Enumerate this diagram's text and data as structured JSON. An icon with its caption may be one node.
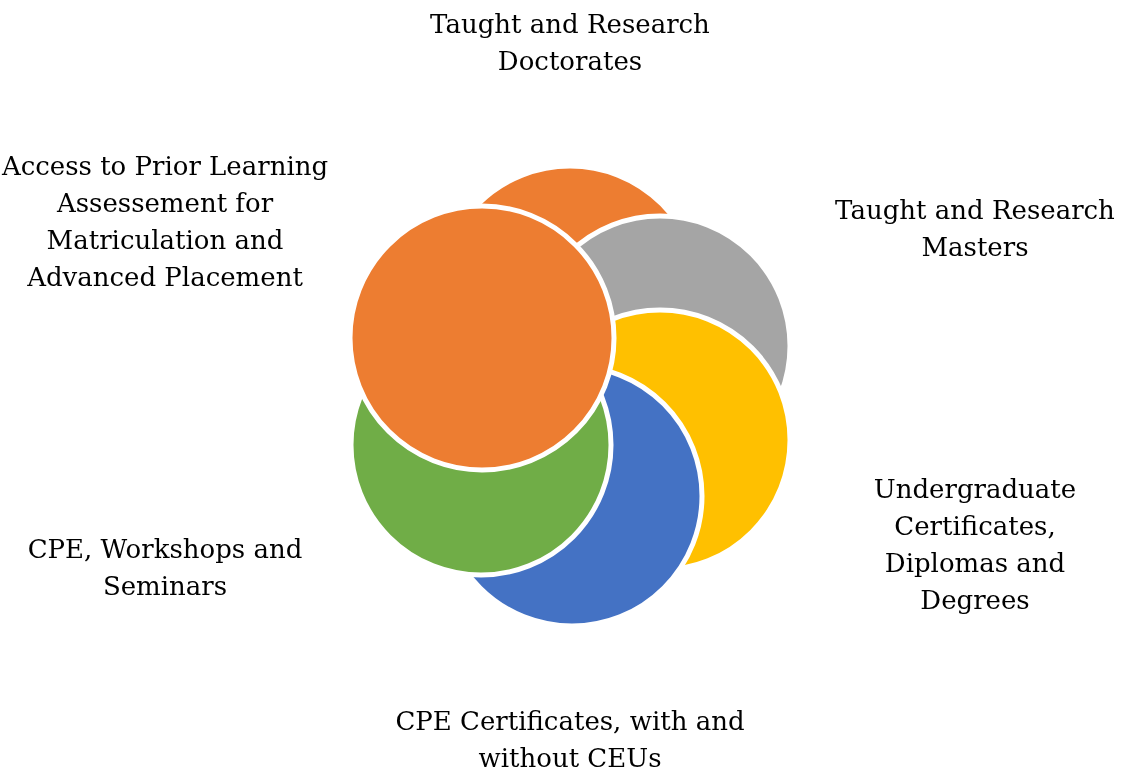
{
  "diagram": {
    "nodes": [
      {
        "text": [
          "Taught and Research Doctorates"
        ]
      },
      {
        "text": [
          "Taught and Research Masters"
        ]
      },
      {
        "text": [
          "Undergraduate Certificates, Diplomas and Degrees"
        ]
      },
      {
        "text": [
          "CPE Certificates, with and without CEUs"
        ]
      },
      {
        "text": [
          "CPE, Workshops and Seminars"
        ]
      },
      {
        "text": [
          "Access to Prior Learning Assessement for Matriculation and Advanced Placement"
        ]
      }
    ],
    "edges": []
  }
}
